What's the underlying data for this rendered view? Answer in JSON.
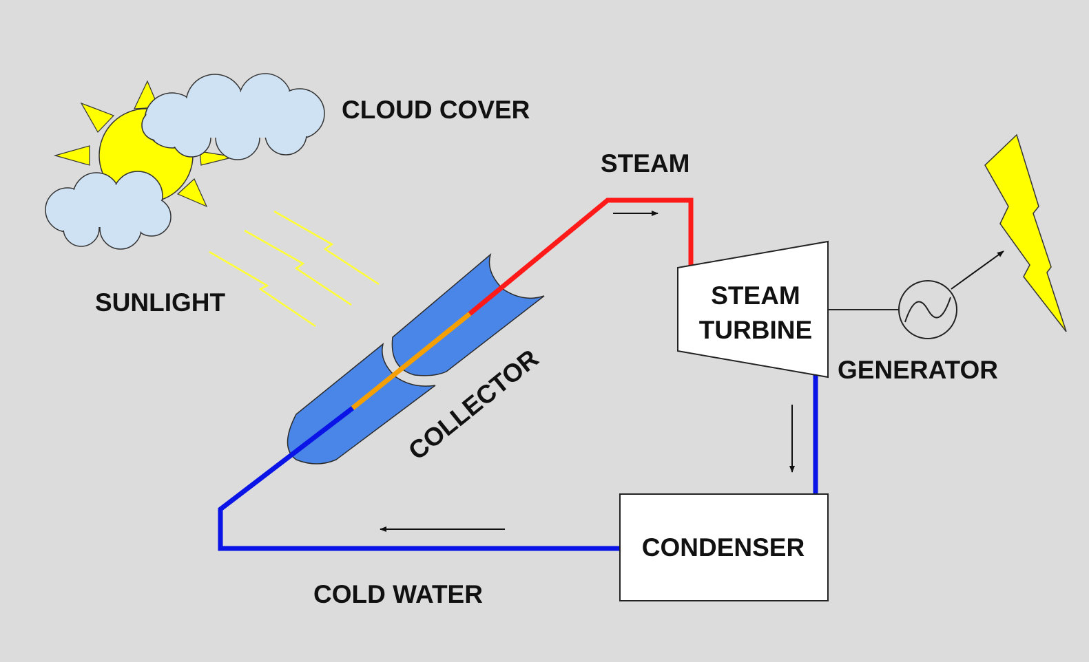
{
  "labels": {
    "cloud_cover": "CLOUD COVER",
    "sunlight": "SUNLIGHT",
    "steam": "STEAM",
    "collector": "COLLECTOR",
    "turbine_line1": "STEAM",
    "turbine_line2": "TURBINE",
    "generator": "GENERATOR",
    "condenser": "CONDENSER",
    "cold_water": "COLD WATER"
  },
  "colors": {
    "background": "#dcdcdc",
    "steam_pipe": "#ff1a1a",
    "cold_pipe": "#0a14e6",
    "heated_pipe": "#f5a000",
    "collector": "#4a86e8",
    "sun": "#ffff00",
    "cloud": "#cfe2f3",
    "lightning": "#ffff00",
    "sun_rays": "#ffff33"
  },
  "icons": {
    "sun": "sun-icon",
    "cloud": "cloud-icon",
    "lightning": "lightning-bolt-icon",
    "generator": "ac-sine-wave-icon"
  }
}
